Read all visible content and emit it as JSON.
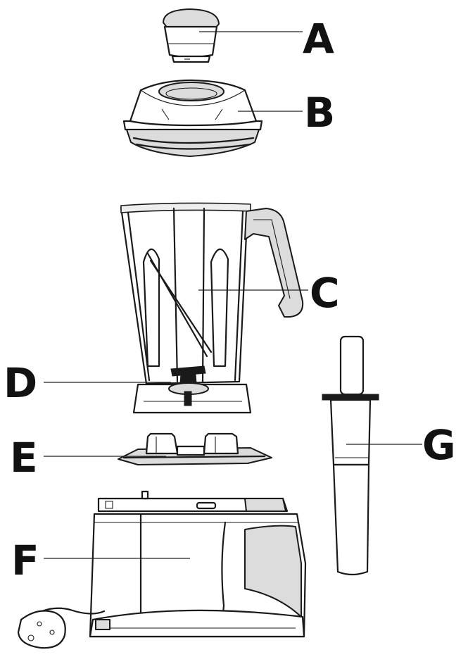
{
  "parts": [
    {
      "id": "A",
      "label": "A"
    },
    {
      "id": "B",
      "label": "B"
    },
    {
      "id": "C",
      "label": "C"
    },
    {
      "id": "D",
      "label": "D"
    },
    {
      "id": "E",
      "label": "E"
    },
    {
      "id": "F",
      "label": "F"
    },
    {
      "id": "G",
      "label": "G"
    }
  ]
}
